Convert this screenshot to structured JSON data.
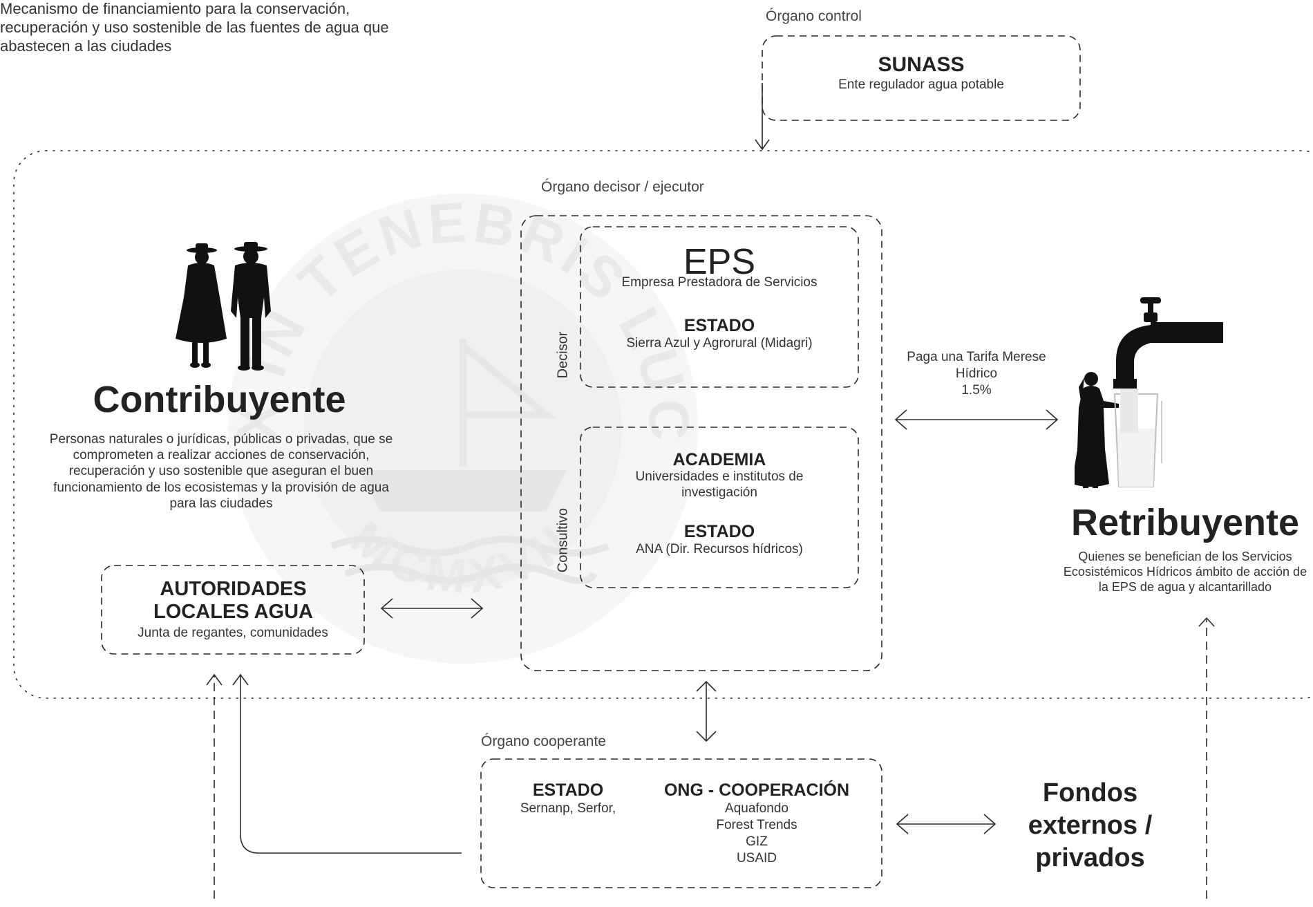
{
  "colors": {
    "stroke": "#2a2a2a",
    "text": "#222222",
    "silhouette": "#111111",
    "watermark": "#eeeeee"
  },
  "header": {
    "description": "Mecanismo de financiamiento para la conservación, recuperación y uso sostenible de las fuentes de agua que abastecen a las ciudades"
  },
  "control": {
    "label": "Órgano control",
    "title": "SUNASS",
    "subtitle": "Ente regulador agua potable"
  },
  "decisor_group": {
    "label": "Órgano decisor / ejecutor",
    "decisor": {
      "side_label": "Decisor",
      "eps_title": "EPS",
      "eps_subtitle": "Empresa Prestadora de Servicios",
      "estado_title": "ESTADO",
      "estado_subtitle": "Sierra Azul y Agrorural (Midagri)"
    },
    "consultivo": {
      "side_label": "Consultivo",
      "academia_title": "ACADEMIA",
      "academia_subtitle": "Universidades e institutos de investigación",
      "estado_title": "ESTADO",
      "estado_subtitle": "ANA (Dir. Recursos hídricos)"
    }
  },
  "contribuyente": {
    "title": "Contribuyente",
    "description": "Personas naturales o jurídicas, públicas o privadas, que se comprometen a realizar acciones de conservación, recuperación y uso sostenible que aseguran el buen funcionamiento de los ecosistemas y la provisión de agua para las ciudades",
    "icon": "people-silhouette-icon"
  },
  "autoridades": {
    "title": "AUTORIDADES LOCALES AGUA",
    "subtitle": "Junta de regantes, comunidades"
  },
  "retribuyente": {
    "title": "Retribuyente",
    "description": "Quienes se benefician de los Servicios Ecosistémicos Hídricos ámbito de acción de la EPS de agua y alcantarillado",
    "icon": "woman-faucet-icon"
  },
  "payment": {
    "line1": "Paga una Tarifa Merese",
    "line2": "Hídrico",
    "line3": "1.5%"
  },
  "cooperante": {
    "label": "Órgano cooperante",
    "estado_title": "ESTADO",
    "estado_subtitle": "Sernanp, Serfor,",
    "ong_title": "ONG - COOPERACIÓN",
    "ong_items": [
      "Aquafondo",
      "Forest Trends",
      "GIZ",
      "USAID"
    ]
  },
  "fondos": {
    "line1": "Fondos",
    "line2": "externos /",
    "line3": "privados"
  },
  "watermark": {
    "top_text": "LUX IN TENEBRIS LUCET",
    "bottom_text": "MCMXVII"
  }
}
